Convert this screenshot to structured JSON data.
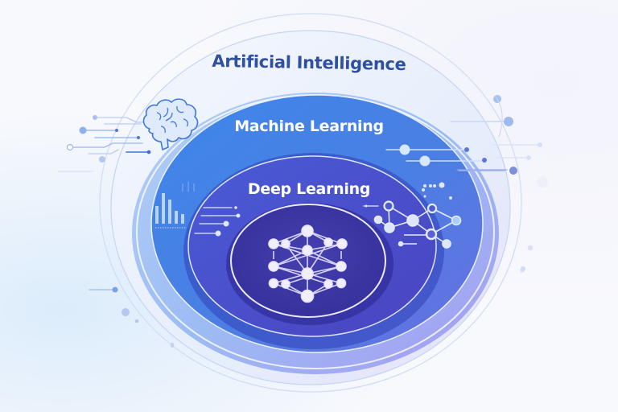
{
  "diagram": {
    "type": "nested-ellipses",
    "title": "AI hierarchy",
    "layers": [
      {
        "id": "ai",
        "label": "Artificial Intelligence",
        "color": "#eef2fc",
        "border": "#b8c8ef"
      },
      {
        "id": "ml",
        "label": "Machine Learning",
        "color": "#4a86e8",
        "border": "#e8efff"
      },
      {
        "id": "dl",
        "label": "Deep Learning",
        "color": "#4b4fc7",
        "border": "#d6dbff"
      },
      {
        "id": "core",
        "label": "",
        "color": "#3a33a0",
        "border": "#e3e0ff"
      }
    ],
    "icons": [
      {
        "name": "brain-icon",
        "layer": "ml",
        "position": "upper-left"
      },
      {
        "name": "bar-chart-icon",
        "layer": "ml",
        "position": "left"
      },
      {
        "name": "graph-network-icon",
        "layer": "dl",
        "position": "right"
      },
      {
        "name": "neural-network-icon",
        "layer": "core",
        "position": "center"
      }
    ],
    "colors": {
      "title_text": "#2f4fa0",
      "inner_text": "#ffffff",
      "accent_blue": "#4a86e8",
      "accent_indigo": "#4b4fc7",
      "accent_purple": "#3a33a0",
      "background": "#f8f9fd"
    }
  }
}
